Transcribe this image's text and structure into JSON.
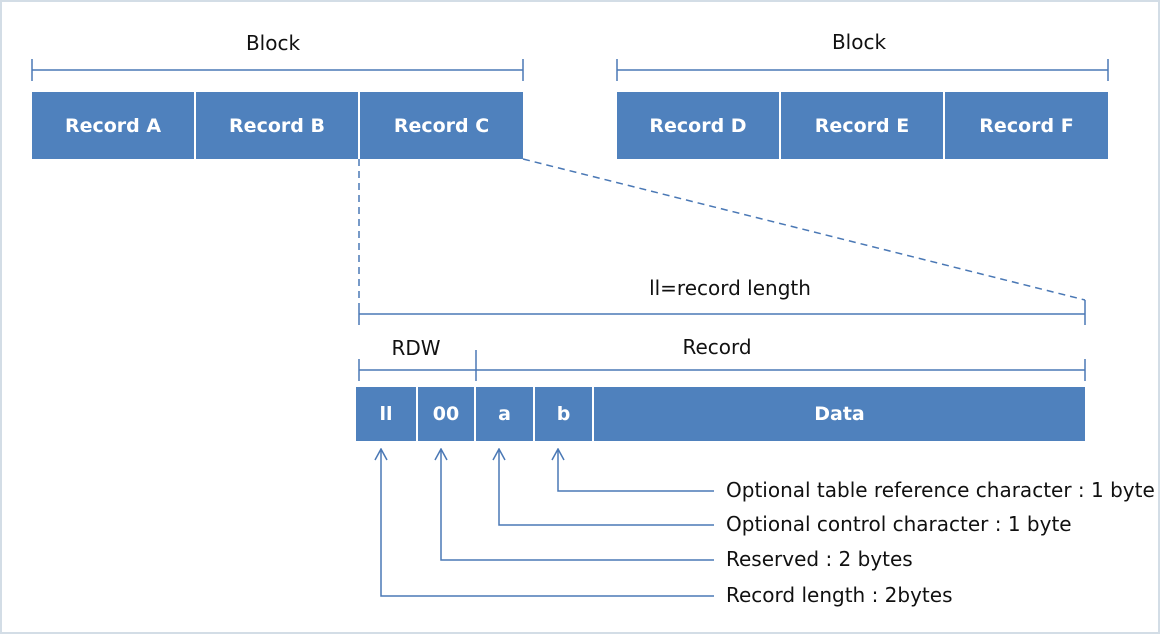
{
  "block_left": {
    "label": "Block",
    "records": [
      "Record A",
      "Record B",
      "Record C"
    ]
  },
  "block_right": {
    "label": "Block",
    "records": [
      "Record D",
      "Record E",
      "Record F"
    ]
  },
  "record_length_label": "ll=record length",
  "rdw_label": "RDW",
  "record_label": "Record",
  "fields": [
    "ll",
    "00",
    "a",
    "b",
    "Data"
  ],
  "annotations": [
    "Optional table reference character : 1 byte",
    "Optional control character : 1 byte",
    "Reserved : 2 bytes",
    "Record length : 2bytes"
  ],
  "colors": {
    "box_fill": "#4f81bd",
    "line": "#4a78b5",
    "frame_border": "#d3dde6"
  }
}
